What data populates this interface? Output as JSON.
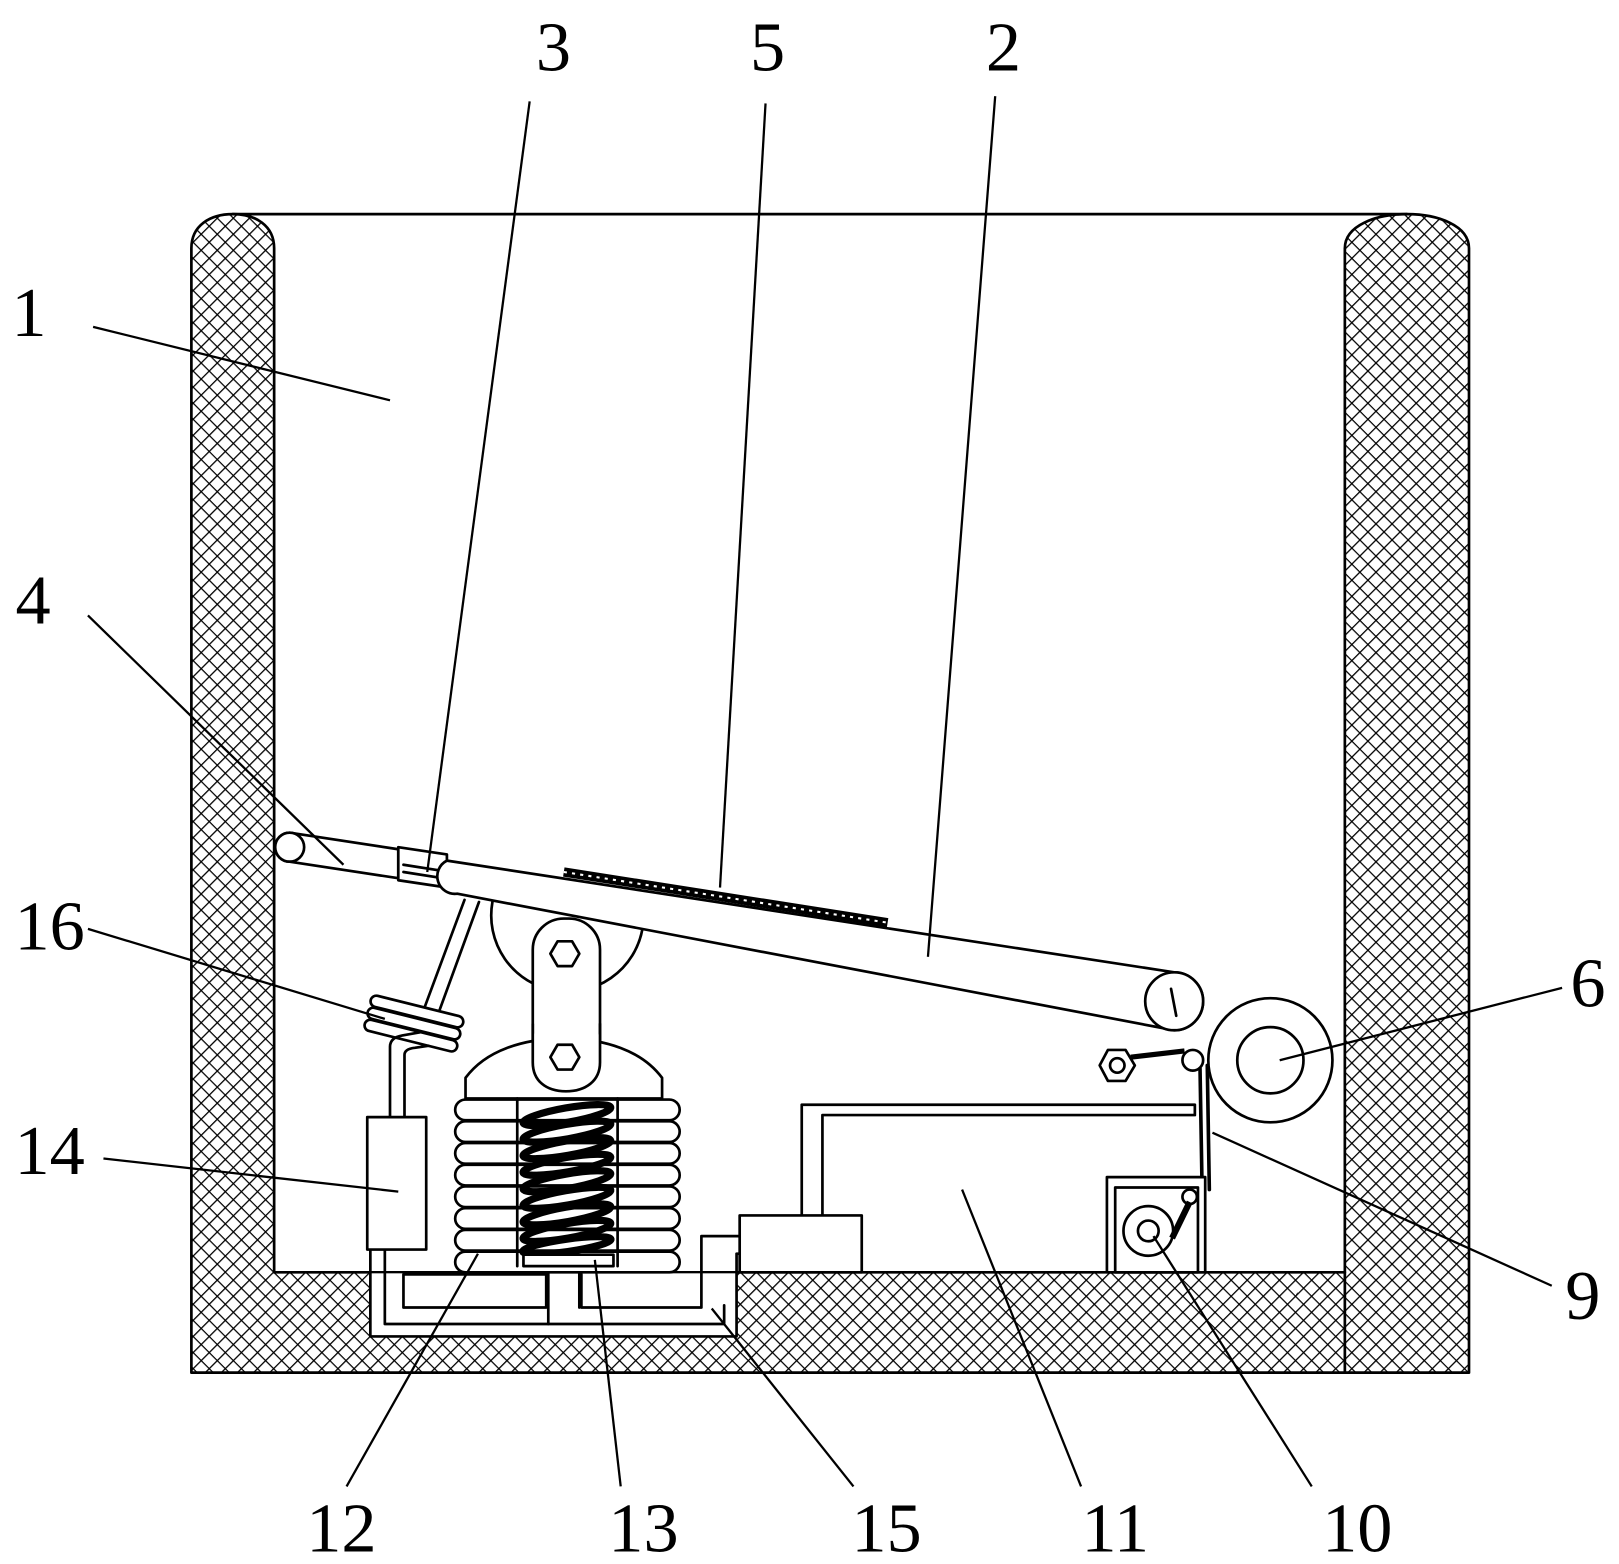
{
  "labels": {
    "part_1": "1",
    "part_2": "2",
    "part_3": "3",
    "part_4": "4",
    "part_5": "5",
    "part_6": "6",
    "part_9": "9",
    "part_10": "10",
    "part_11": "11",
    "part_12": "12",
    "part_13": "13",
    "part_14": "14",
    "part_15": "15",
    "part_16": "16"
  }
}
